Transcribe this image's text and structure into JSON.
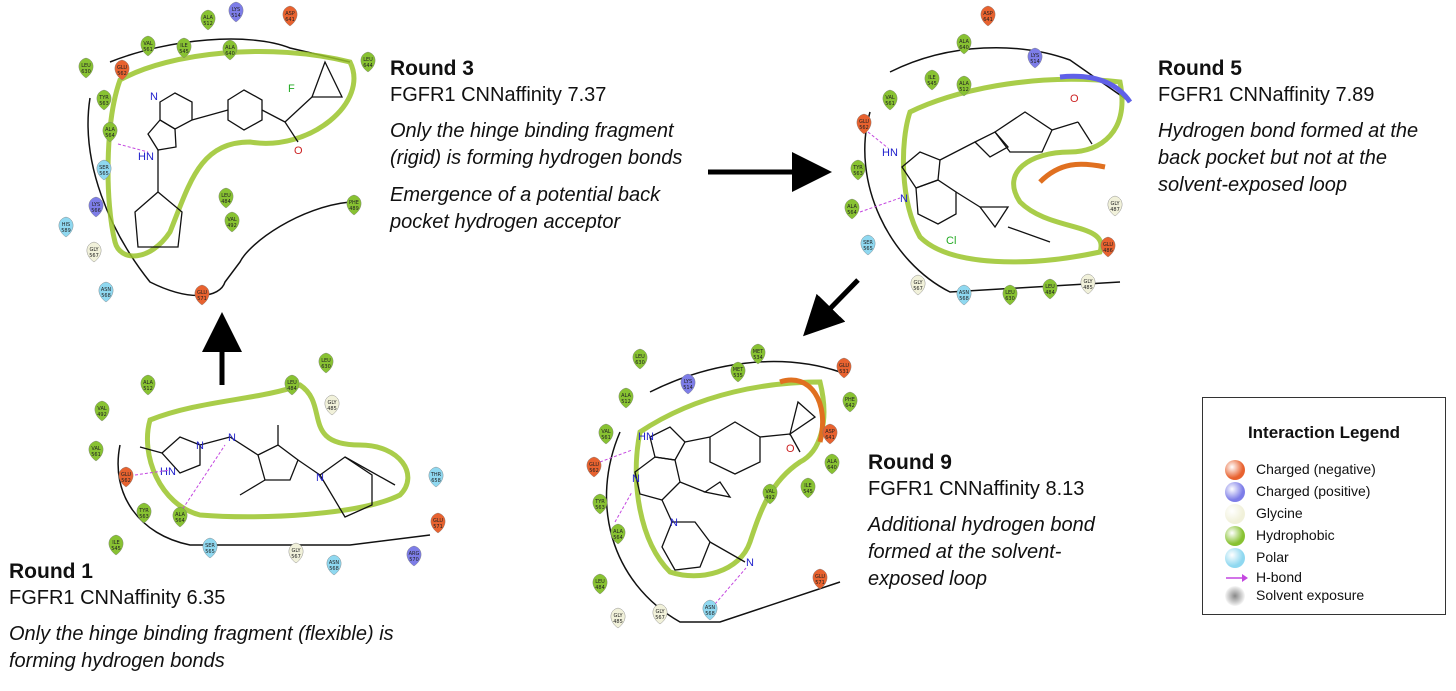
{
  "panels": {
    "round1": {
      "title": "Round 1",
      "score": "FGFR1 CNNaffinity 6.35",
      "notes": [
        "Only the hinge binding fragment (flexible) is forming hydrogen bonds"
      ],
      "residues": [
        {
          "name": "ALA",
          "num": "512",
          "type": "hydrophobic"
        },
        {
          "name": "LEU",
          "num": "630",
          "type": "hydrophobic"
        },
        {
          "name": "LEU",
          "num": "484",
          "type": "hydrophobic"
        },
        {
          "name": "GLY",
          "num": "485",
          "type": "glycine"
        },
        {
          "name": "VAL",
          "num": "492",
          "type": "hydrophobic"
        },
        {
          "name": "VAL",
          "num": "561",
          "type": "hydrophobic"
        },
        {
          "name": "GLU",
          "num": "562",
          "type": "negative"
        },
        {
          "name": "TYR",
          "num": "563",
          "type": "hydrophobic"
        },
        {
          "name": "ALA",
          "num": "564",
          "type": "hydrophobic"
        },
        {
          "name": "ILE",
          "num": "545",
          "type": "hydrophobic"
        },
        {
          "name": "SER",
          "num": "565",
          "type": "polar"
        },
        {
          "name": "GLY",
          "num": "567",
          "type": "glycine"
        },
        {
          "name": "ASN",
          "num": "568",
          "type": "polar"
        },
        {
          "name": "ARG",
          "num": "570",
          "type": "positive"
        },
        {
          "name": "GLU",
          "num": "571",
          "type": "negative"
        },
        {
          "name": "THR",
          "num": "658",
          "type": "polar"
        }
      ]
    },
    "round3": {
      "title": "Round 3",
      "score": "FGFR1 CNNaffinity 7.37",
      "notes": [
        "Only the hinge binding fragment (rigid) is forming hydrogen bonds",
        "Emergence of a potential back pocket hydrogen acceptor"
      ],
      "residues": [
        {
          "name": "ALA",
          "num": "512",
          "type": "hydrophobic"
        },
        {
          "name": "LYS",
          "num": "514",
          "type": "positive"
        },
        {
          "name": "ASP",
          "num": "641",
          "type": "negative"
        },
        {
          "name": "VAL",
          "num": "561",
          "type": "hydrophobic"
        },
        {
          "name": "ILE",
          "num": "545",
          "type": "hydrophobic"
        },
        {
          "name": "ALA",
          "num": "640",
          "type": "hydrophobic"
        },
        {
          "name": "LEU",
          "num": "644",
          "type": "hydrophobic"
        },
        {
          "name": "LEU",
          "num": "630",
          "type": "hydrophobic"
        },
        {
          "name": "GLU",
          "num": "562",
          "type": "negative"
        },
        {
          "name": "TYR",
          "num": "563",
          "type": "hydrophobic"
        },
        {
          "name": "ALA",
          "num": "564",
          "type": "hydrophobic"
        },
        {
          "name": "SER",
          "num": "565",
          "type": "polar"
        },
        {
          "name": "LYS",
          "num": "566",
          "type": "positive"
        },
        {
          "name": "HIS",
          "num": "589",
          "type": "polar"
        },
        {
          "name": "GLY",
          "num": "567",
          "type": "glycine"
        },
        {
          "name": "ASN",
          "num": "568",
          "type": "polar"
        },
        {
          "name": "GLU",
          "num": "571",
          "type": "negative"
        },
        {
          "name": "LEU",
          "num": "484",
          "type": "hydrophobic"
        },
        {
          "name": "VAL",
          "num": "492",
          "type": "hydrophobic"
        },
        {
          "name": "PHE",
          "num": "489",
          "type": "hydrophobic"
        }
      ]
    },
    "round5": {
      "title": "Round 5",
      "score": "FGFR1 CNNaffinity 7.89",
      "notes": [
        "Hydrogen bond formed at the back pocket but not at the solvent-exposed loop"
      ],
      "residues": [
        {
          "name": "ASP",
          "num": "641",
          "type": "negative"
        },
        {
          "name": "ALA",
          "num": "640",
          "type": "hydrophobic"
        },
        {
          "name": "LYS",
          "num": "514",
          "type": "positive"
        },
        {
          "name": "ILE",
          "num": "545",
          "type": "hydrophobic"
        },
        {
          "name": "ALA",
          "num": "512",
          "type": "hydrophobic"
        },
        {
          "name": "VAL",
          "num": "561",
          "type": "hydrophobic"
        },
        {
          "name": "GLU",
          "num": "562",
          "type": "negative"
        },
        {
          "name": "TYR",
          "num": "563",
          "type": "hydrophobic"
        },
        {
          "name": "ALA",
          "num": "564",
          "type": "hydrophobic"
        },
        {
          "name": "SER",
          "num": "565",
          "type": "polar"
        },
        {
          "name": "GLY",
          "num": "567",
          "type": "glycine"
        },
        {
          "name": "ASN",
          "num": "568",
          "type": "polar"
        },
        {
          "name": "LEU",
          "num": "630",
          "type": "hydrophobic"
        },
        {
          "name": "LEU",
          "num": "484",
          "type": "hydrophobic"
        },
        {
          "name": "GLY",
          "num": "485",
          "type": "glycine"
        },
        {
          "name": "GLU",
          "num": "486",
          "type": "negative"
        },
        {
          "name": "GLY",
          "num": "487",
          "type": "glycine"
        }
      ]
    },
    "round9": {
      "title": "Round 9",
      "score": "FGFR1 CNNaffinity 8.13",
      "notes": [
        "Additional hydrogen bond formed at the solvent-exposed loop"
      ],
      "residues": [
        {
          "name": "LEU",
          "num": "630",
          "type": "hydrophobic"
        },
        {
          "name": "MET",
          "num": "534",
          "type": "hydrophobic"
        },
        {
          "name": "MET",
          "num": "535",
          "type": "hydrophobic"
        },
        {
          "name": "GLU",
          "num": "531",
          "type": "negative"
        },
        {
          "name": "LYS",
          "num": "514",
          "type": "positive"
        },
        {
          "name": "ALA",
          "num": "512",
          "type": "hydrophobic"
        },
        {
          "name": "PHE",
          "num": "642",
          "type": "hydrophobic"
        },
        {
          "name": "ASP",
          "num": "641",
          "type": "negative"
        },
        {
          "name": "VAL",
          "num": "561",
          "type": "hydrophobic"
        },
        {
          "name": "GLU",
          "num": "562",
          "type": "negative"
        },
        {
          "name": "ALA",
          "num": "640",
          "type": "hydrophobic"
        },
        {
          "name": "ILE",
          "num": "545",
          "type": "hydrophobic"
        },
        {
          "name": "VAL",
          "num": "492",
          "type": "hydrophobic"
        },
        {
          "name": "TYR",
          "num": "563",
          "type": "hydrophobic"
        },
        {
          "name": "ALA",
          "num": "564",
          "type": "hydrophobic"
        },
        {
          "name": "LEU",
          "num": "484",
          "type": "hydrophobic"
        },
        {
          "name": "GLY",
          "num": "485",
          "type": "glycine"
        },
        {
          "name": "GLY",
          "num": "567",
          "type": "glycine"
        },
        {
          "name": "ASN",
          "num": "568",
          "type": "polar"
        },
        {
          "name": "GLU",
          "num": "571",
          "type": "negative"
        }
      ]
    }
  },
  "legend": {
    "title": "Interaction Legend",
    "items": [
      {
        "label": "Charged (negative)",
        "color": "#e8622f",
        "kind": "circle"
      },
      {
        "label": "Charged (positive)",
        "color": "#7d7de8",
        "kind": "circle"
      },
      {
        "label": "Glycine",
        "color": "#f1f1da",
        "kind": "circle"
      },
      {
        "label": "Hydrophobic",
        "color": "#88c232",
        "kind": "circle"
      },
      {
        "label": "Polar",
        "color": "#8fd8f0",
        "kind": "circle"
      },
      {
        "label": "H-bond",
        "color": "#c447e0",
        "kind": "arrow"
      },
      {
        "label": "Solvent exposure",
        "color": "#bdbdbd",
        "kind": "halo"
      }
    ]
  },
  "colors": {
    "negative": "#e8622f",
    "positive": "#7d7de8",
    "glycine": "#f1f1da",
    "hydrophobic": "#88c232",
    "polar": "#8fd8f0",
    "hbond": "#c447e0",
    "pocket": "#9ac42a",
    "arrow": "#000000"
  },
  "atoms": {
    "N": "N",
    "NH": "HN",
    "F": "F",
    "O": "O",
    "Cl": "Cl"
  }
}
